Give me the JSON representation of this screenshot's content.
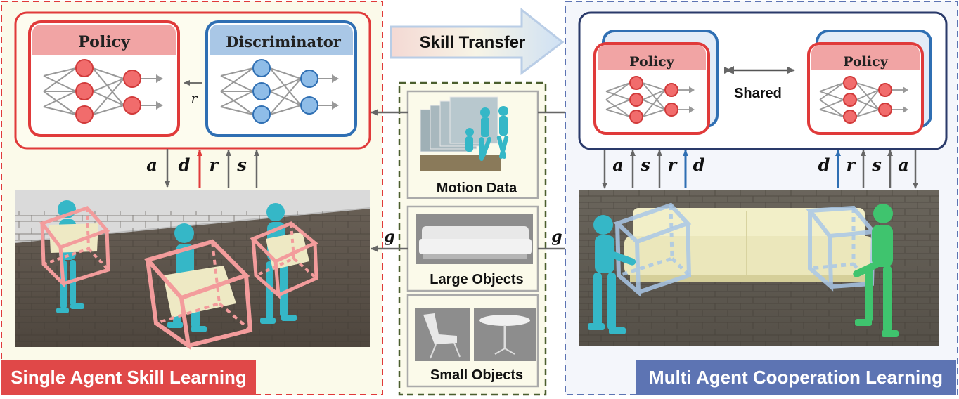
{
  "left_panel": {
    "policy_title": "Policy",
    "discriminator_title": "Discriminator",
    "reward_symbol": "r",
    "signals": [
      "a",
      "d",
      "r",
      "s"
    ],
    "banner": "Single Agent Skill Learning"
  },
  "center_panel": {
    "skill_transfer": "Skill Transfer",
    "motion_data": "Motion Data",
    "large_objects": "Large Objects",
    "small_objects": "Small Objects",
    "goal_symbol_left": "g",
    "goal_symbol_right": "g"
  },
  "right_panel": {
    "policy_left_title": "Policy",
    "policy_right_title": "Policy",
    "shared_label": "Shared",
    "signals_left": [
      "a",
      "s",
      "r",
      "d"
    ],
    "signals_right": [
      "d",
      "r",
      "s",
      "a"
    ],
    "banner": "Multi Agent Cooperation Learning"
  },
  "colors": {
    "red": "#e03a3a",
    "blue": "#2f6fb3",
    "navy": "#2a3a6a",
    "olive": "#4b5e2e",
    "policy_header": "#f1a4a4",
    "disc_header": "#a9c7e6",
    "red_node": "#f16c6c",
    "blue_node": "#8fbde8",
    "panel_bg": "#fbfaea",
    "banner_red": "#e04848",
    "banner_blue": "#5d74b3"
  }
}
